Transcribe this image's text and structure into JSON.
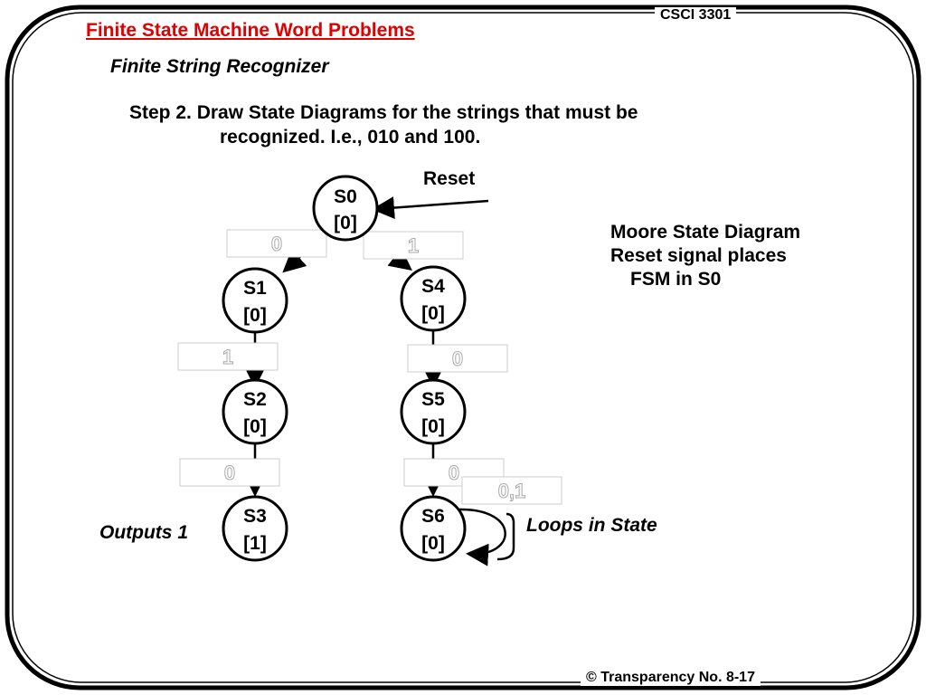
{
  "slide": {
    "course": "CSCI 3301",
    "title": "Finite State Machine Word Problems",
    "subtitle": "Finite String Recognizer",
    "step_line1": "Step 2.  Draw State Diagrams for the strings that must be",
    "step_line2": "recognized.  I.e., 010 and 100.",
    "footer": "© Transparency No. 8-17"
  },
  "notes": {
    "line1": "Moore State Diagram",
    "line2": "Reset signal places",
    "line3": "FSM in S0"
  },
  "labels": {
    "reset": "Reset",
    "outputs": "Outputs 1",
    "loops": "Loops in State"
  },
  "states": [
    {
      "name": "S0",
      "output": "[0]"
    },
    {
      "name": "S1",
      "output": "[0]"
    },
    {
      "name": "S2",
      "output": "[0]"
    },
    {
      "name": "S3",
      "output": "[1]"
    },
    {
      "name": "S4",
      "output": "[0]"
    },
    {
      "name": "S5",
      "output": "[0]"
    },
    {
      "name": "S6",
      "output": "[0]"
    }
  ],
  "transitions": [
    {
      "from": "S0",
      "to": "S1",
      "input": "0"
    },
    {
      "from": "S0",
      "to": "S4",
      "input": "1"
    },
    {
      "from": "S1",
      "to": "S2",
      "input": "1"
    },
    {
      "from": "S4",
      "to": "S5",
      "input": "0"
    },
    {
      "from": "S2",
      "to": "S3",
      "input": "0"
    },
    {
      "from": "S5",
      "to": "S6",
      "input": "0"
    },
    {
      "from": "S6",
      "to": "S6",
      "input": "0,1"
    }
  ]
}
